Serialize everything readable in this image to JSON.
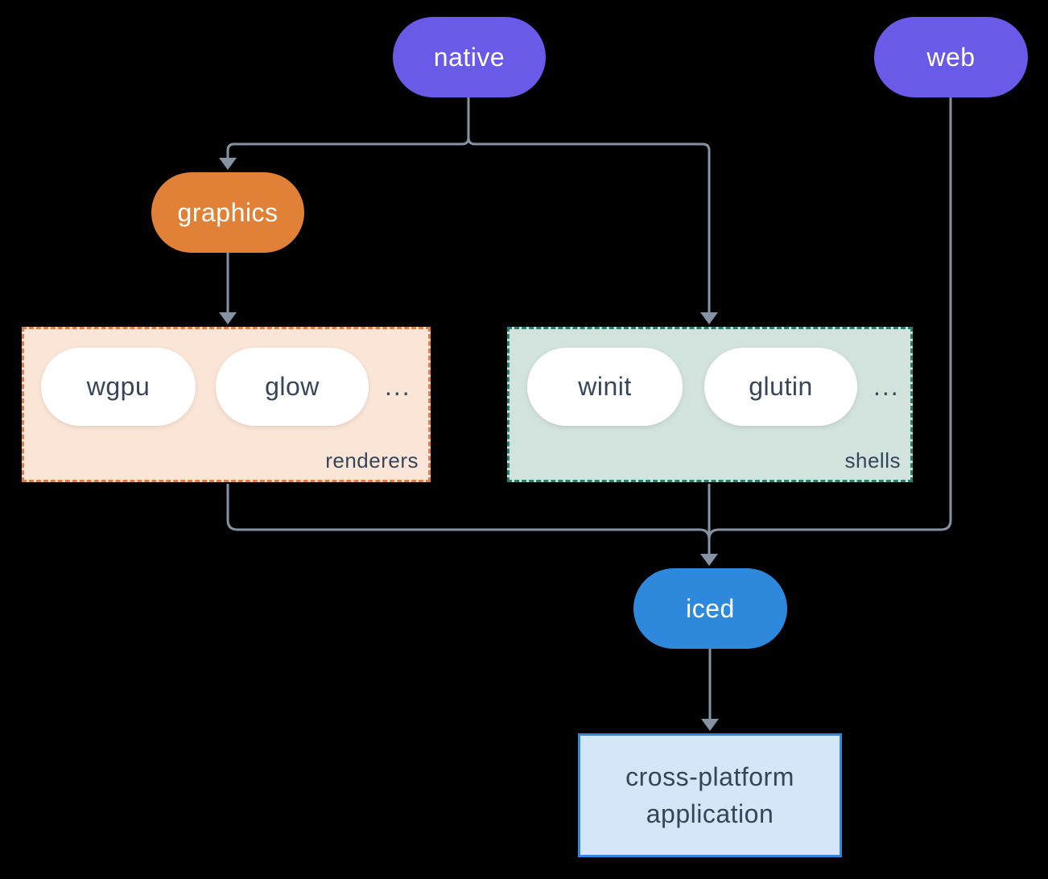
{
  "colors": {
    "background": "#000000",
    "purple": "#6a5ae8",
    "orange": "#e08137",
    "blue": "#2e89dc",
    "connector": "#8494a4",
    "renderers_bg": "#fbe5d6",
    "renderers_border": "#dd8147",
    "shells_bg": "#d2e2dc",
    "shells_border": "#2a7f6f",
    "app_bg": "#d5e6f8",
    "app_border": "#3387de",
    "dark_text": "#36465a",
    "pill_text": "#ffffff"
  },
  "nodes": {
    "native": "native",
    "web": "web",
    "graphics": "graphics",
    "iced": "iced"
  },
  "groups": {
    "renderers": {
      "label": "renderers",
      "items": [
        "wgpu",
        "glow"
      ],
      "more": "..."
    },
    "shells": {
      "label": "shells",
      "items": [
        "winit",
        "glutin"
      ],
      "more": "..."
    }
  },
  "app": {
    "line1": "cross-platform",
    "line2": "application"
  }
}
